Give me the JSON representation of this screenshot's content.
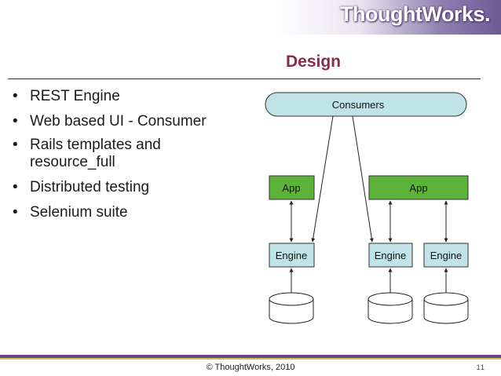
{
  "header": {
    "logo_text": "ThoughtWorks."
  },
  "title": "Design",
  "bullets": [
    "REST Engine",
    "Web based UI - Consumer",
    "Rails templates and resource_full",
    "Distributed testing",
    "Selenium suite"
  ],
  "diagram": {
    "consumers_label": "Consumers",
    "app_left_label": "App",
    "app_right_label": "App",
    "engine_labels": [
      "Engine",
      "Engine",
      "Engine"
    ]
  },
  "footer": {
    "copyright": "© ThoughtWorks, 2010",
    "slide_number": "11"
  },
  "colors": {
    "title": "#8a2a4a",
    "box_fill": "#bfe3e6",
    "app_fill": "#5db33a",
    "footer_bar": "#5c4a8a",
    "footer_accent": "#e6b84a"
  }
}
